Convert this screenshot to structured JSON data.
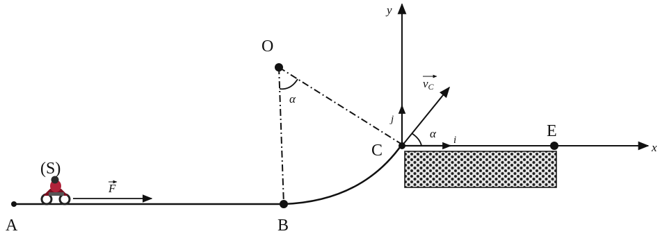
{
  "labels": {
    "A": "A",
    "B": "B",
    "C": "C",
    "E": "E",
    "O": "O",
    "S": "(S)",
    "F": "F",
    "vc_v": "v",
    "vc_sub": "C",
    "alpha_top": "α",
    "alpha_c": "α",
    "i": "i",
    "j": "j",
    "x": "x",
    "y": "y"
  },
  "colors": {
    "ink": "#111111",
    "pool_fill": "#dcdcdc",
    "rider": "#b0233a"
  },
  "icons": {
    "vehicle": "motorbike-rider-icon",
    "pool": "dotted-pool-region"
  }
}
